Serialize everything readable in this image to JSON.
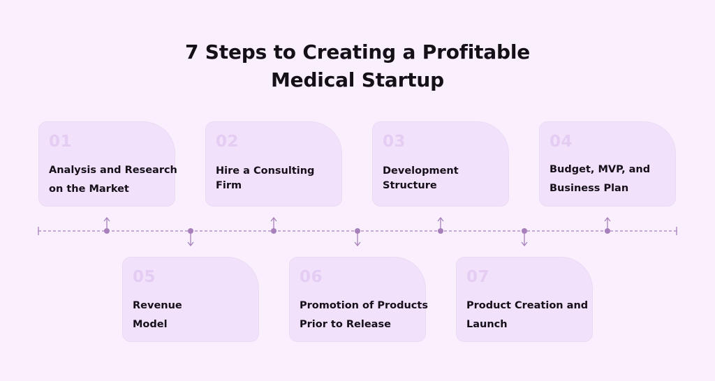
{
  "title": {
    "line1": "7 Steps to Creating a Profitable",
    "line2": "Medical Startup"
  },
  "colors": {
    "background": "#f9effd",
    "card": "#f1e1fa",
    "number": "#e4ccf3",
    "timeline": "#a77fbb",
    "text": "#16101a"
  },
  "steps": [
    {
      "num": "01",
      "lines": [
        "Analysis and Research",
        "on the Market"
      ]
    },
    {
      "num": "02",
      "lines": [
        "Hire a Consulting",
        "Firm"
      ]
    },
    {
      "num": "03",
      "lines": [
        "Development",
        "Structure"
      ]
    },
    {
      "num": "04",
      "lines": [
        "Budget, MVP, and",
        "Business Plan"
      ]
    },
    {
      "num": "05",
      "lines": [
        "Revenue",
        "Model"
      ]
    },
    {
      "num": "06",
      "lines": [
        "Promotion of Products",
        "Prior to Release"
      ]
    },
    {
      "num": "07",
      "lines": [
        "Product Creation and",
        "Launch"
      ]
    }
  ]
}
